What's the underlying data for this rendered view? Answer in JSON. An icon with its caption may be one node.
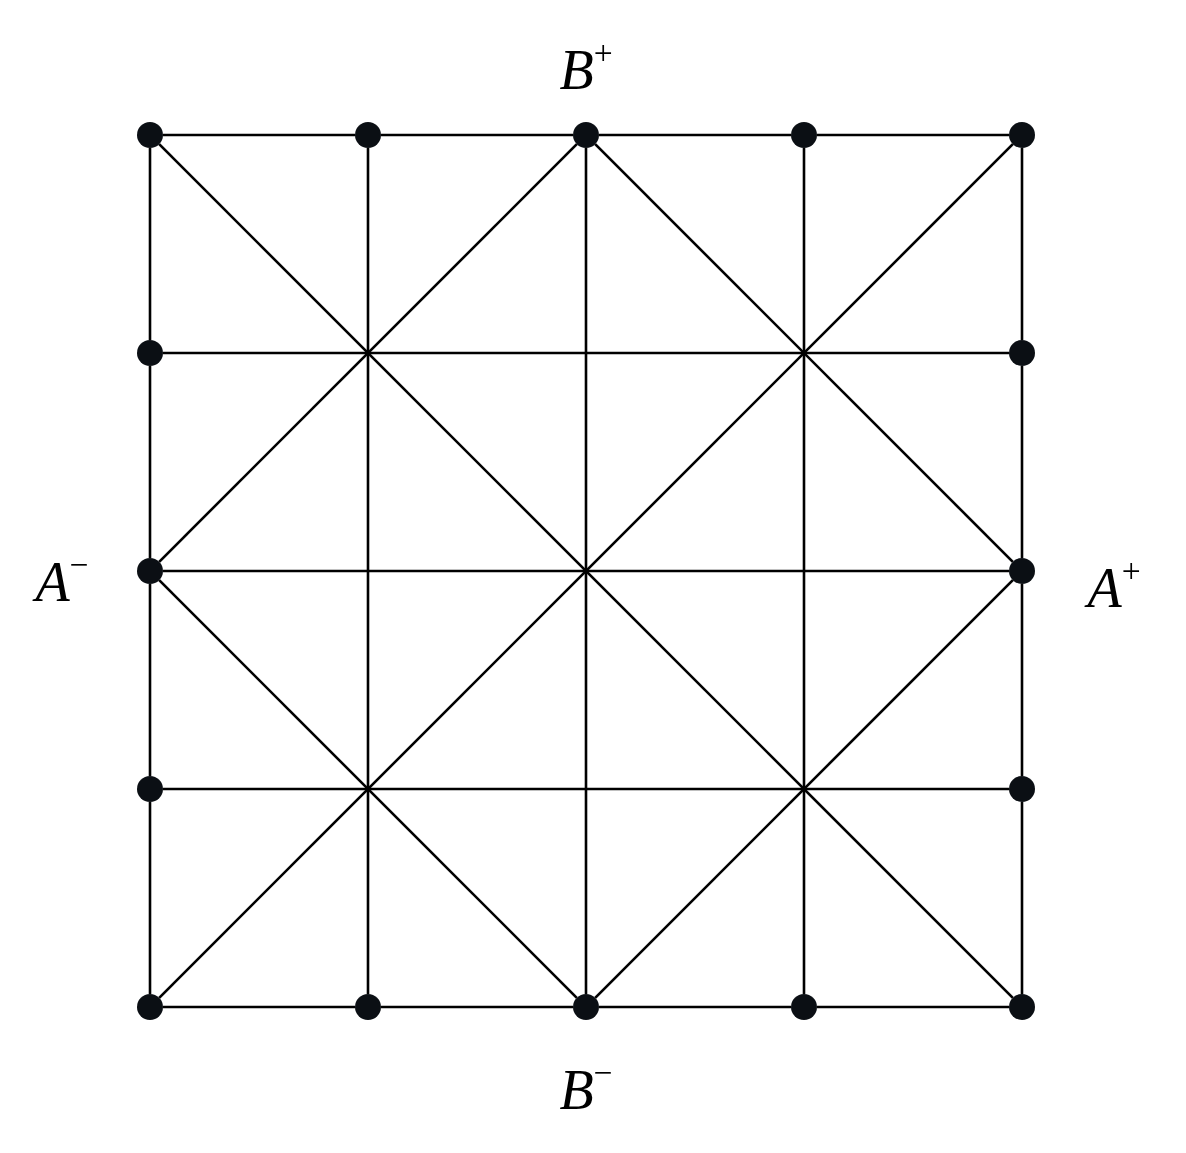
{
  "diagram": {
    "nodes": [
      {
        "text": [],
        "shape": "circle"
      },
      {
        "text": [],
        "shape": "circle"
      },
      {
        "text": [],
        "shape": "circle",
        "beside": [
          "B$^{+}$"
        ]
      },
      {
        "text": [],
        "shape": "circle"
      },
      {
        "text": [],
        "shape": "circle"
      },
      {
        "text": [],
        "shape": "circle"
      },
      {
        "text": [],
        "shape": "circle"
      },
      {
        "text": [],
        "shape": "circle",
        "beside": [
          "A$^{−}$"
        ]
      },
      {
        "text": [],
        "shape": "circle",
        "beside": [
          "A$^{+}$"
        ]
      },
      {
        "text": [],
        "shape": "circle"
      },
      {
        "text": [],
        "shape": "circle"
      },
      {
        "text": [],
        "shape": "circle"
      },
      {
        "text": [],
        "shape": "circle"
      },
      {
        "text": [],
        "shape": "circle",
        "beside": [
          "B$^{−}$"
        ]
      },
      {
        "text": [],
        "shape": "circle"
      },
      {
        "text": [],
        "shape": "circle"
      }
    ],
    "edges": [
      {
        "from": 0,
        "to": 1,
        "arrow": "none"
      },
      {
        "from": 1,
        "to": 2,
        "arrow": "none"
      },
      {
        "from": 2,
        "to": 3,
        "arrow": "none"
      },
      {
        "from": 3,
        "to": 4,
        "arrow": "none"
      },
      {
        "from": 0,
        "to": 5,
        "arrow": "none"
      },
      {
        "from": 4,
        "to": 6,
        "arrow": "none"
      },
      {
        "from": 5,
        "to": 7,
        "arrow": "none"
      },
      {
        "from": 6,
        "to": 8,
        "arrow": "none"
      },
      {
        "from": 7,
        "to": 9,
        "arrow": "none"
      },
      {
        "from": 8,
        "to": 10,
        "arrow": "none"
      },
      {
        "from": 9,
        "to": 11,
        "arrow": "none"
      },
      {
        "from": 10,
        "to": 15,
        "arrow": "none"
      },
      {
        "from": 11,
        "to": 12,
        "arrow": "none"
      },
      {
        "from": 12,
        "to": 13,
        "arrow": "none"
      },
      {
        "from": 13,
        "to": 14,
        "arrow": "none"
      },
      {
        "from": 14,
        "to": 15,
        "arrow": "none"
      },
      {
        "from": 5,
        "to": 6,
        "arrow": "none"
      },
      {
        "from": 7,
        "to": 8,
        "arrow": "none"
      },
      {
        "from": 9,
        "to": 10,
        "arrow": "none"
      },
      {
        "from": 1,
        "to": 12,
        "arrow": "none"
      },
      {
        "from": 2,
        "to": 13,
        "arrow": "none"
      },
      {
        "from": 3,
        "to": 14,
        "arrow": "none"
      },
      {
        "from": 0,
        "to": 15,
        "arrow": "none"
      },
      {
        "from": 4,
        "to": 11,
        "arrow": "none"
      },
      {
        "from": 2,
        "to": 7,
        "arrow": "none"
      },
      {
        "from": 2,
        "to": 8,
        "arrow": "none"
      },
      {
        "from": 7,
        "to": 13,
        "arrow": "none"
      },
      {
        "from": 8,
        "to": 13,
        "arrow": "none"
      }
    ]
  }
}
